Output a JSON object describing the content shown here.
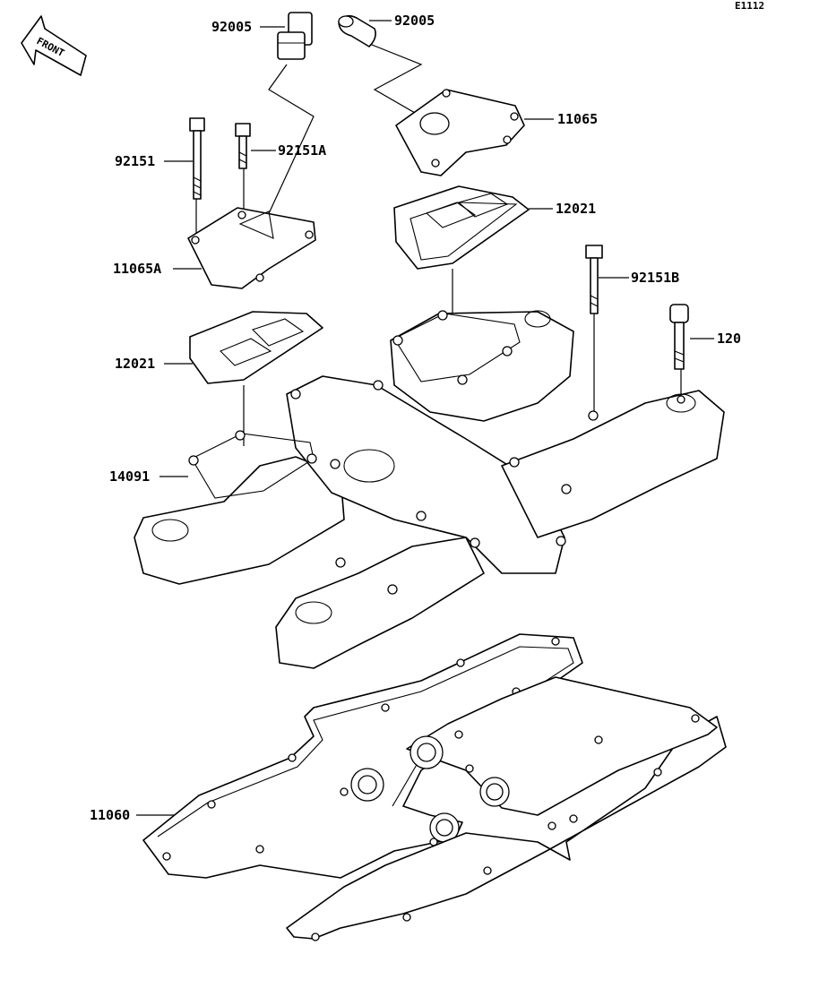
{
  "diagram_code": "E1112",
  "front_label": "FRONT",
  "labels": {
    "p92005_left": "92005",
    "p92005_right": "92005",
    "p11065": "11065",
    "p92151": "92151",
    "p92151A": "92151A",
    "p12021_right": "12021",
    "p11065A": "11065A",
    "p92151B": "92151B",
    "p120": "120",
    "p12021_left": "12021",
    "p14091": "14091",
    "p11060": "11060"
  }
}
